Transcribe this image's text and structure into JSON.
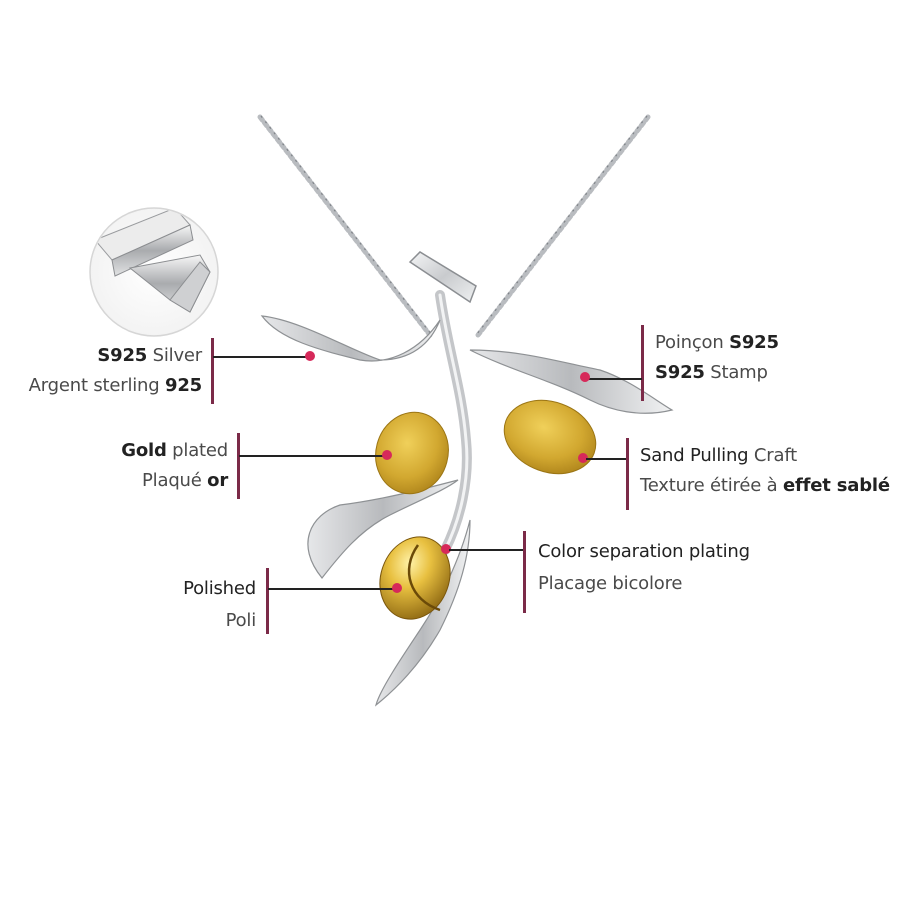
{
  "product": {
    "type": "olive branch pendant necklace",
    "colors": {
      "accent_bar": "#7b2a48",
      "marker_dot": "#d6295a",
      "gold": "#d4a92c",
      "silver": "#d9dbde"
    }
  },
  "inset": {
    "icon": "silver-bars-icon"
  },
  "callouts": [
    {
      "id": "silver",
      "line1_bold": "S925",
      "line1_rest": " Silver",
      "line2_rest": "Argent sterling ",
      "line2_bold": "925"
    },
    {
      "id": "stamp",
      "line1_rest": "Poinçon ",
      "line1_bold": "S925",
      "line2_bold": "S925",
      "line2_rest": " Stamp"
    },
    {
      "id": "gold",
      "line1_bold": "Gold",
      "line1_rest": " plated",
      "line2_rest": "Plaqué ",
      "line2_bold": "or"
    },
    {
      "id": "sand",
      "line1_bold": "Sand Pulling",
      "line1_rest": " Craft",
      "line2_rest": "Texture étirée à ",
      "line2_bold": "effet sablé"
    },
    {
      "id": "color",
      "line1": "Color separation plating",
      "line2": "Placage bicolore"
    },
    {
      "id": "polished",
      "line1_bold": "Polished",
      "line2": "Poli"
    }
  ]
}
